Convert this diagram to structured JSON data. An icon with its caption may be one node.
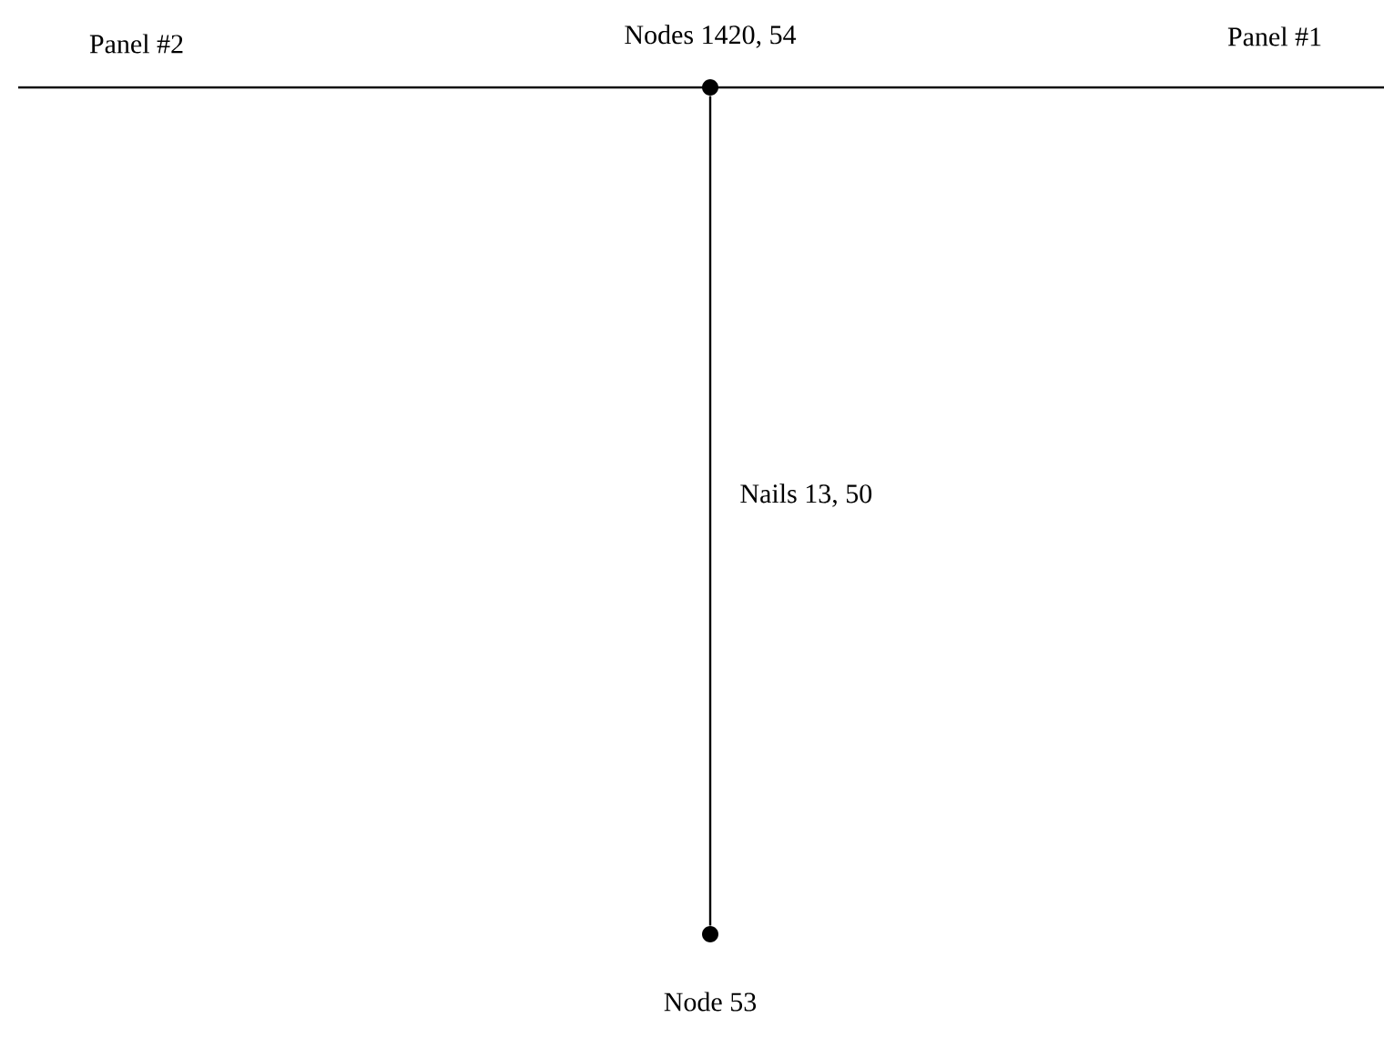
{
  "diagram": {
    "nodes": [
      {
        "text": [],
        "shape": "circle",
        "beside": [
          "Nodes 1420, 54"
        ]
      },
      {
        "text": [],
        "shape": "circle",
        "beside": [
          "Node 53"
        ]
      }
    ],
    "edges": [
      {
        "from": 0,
        "to": 1,
        "arrow": "none",
        "label": "Nails 13, 50"
      }
    ],
    "labels": [
      "Panel #2",
      "Panel #1"
    ]
  }
}
